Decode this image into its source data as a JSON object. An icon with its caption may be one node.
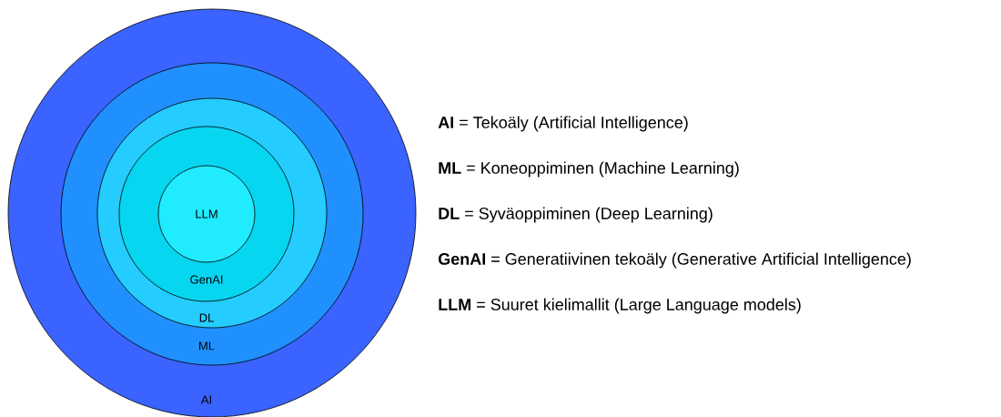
{
  "diagram": {
    "nodes": [
      {
        "text": [
          "AI"
        ]
      },
      {
        "text": [
          "ML"
        ],
        "in": 0
      },
      {
        "text": [
          "DL"
        ],
        "in": 1
      },
      {
        "text": [
          "GenAI"
        ],
        "in": 2
      },
      {
        "text": [
          "LLM"
        ],
        "in": 3
      }
    ],
    "labels": [
      "**AI** = Tekoäly (Artificial Intelligence)",
      "**ML** = Koneoppiminen (Machine Learning)",
      "**DL** = Syväoppiminen (Deep Learning)",
      "**GenAI** = Generatiivinen tekoäly (Generative Artificial Intelligence)",
      "**LLM** = Suuret kielimallit (Large Language models)"
    ]
  }
}
